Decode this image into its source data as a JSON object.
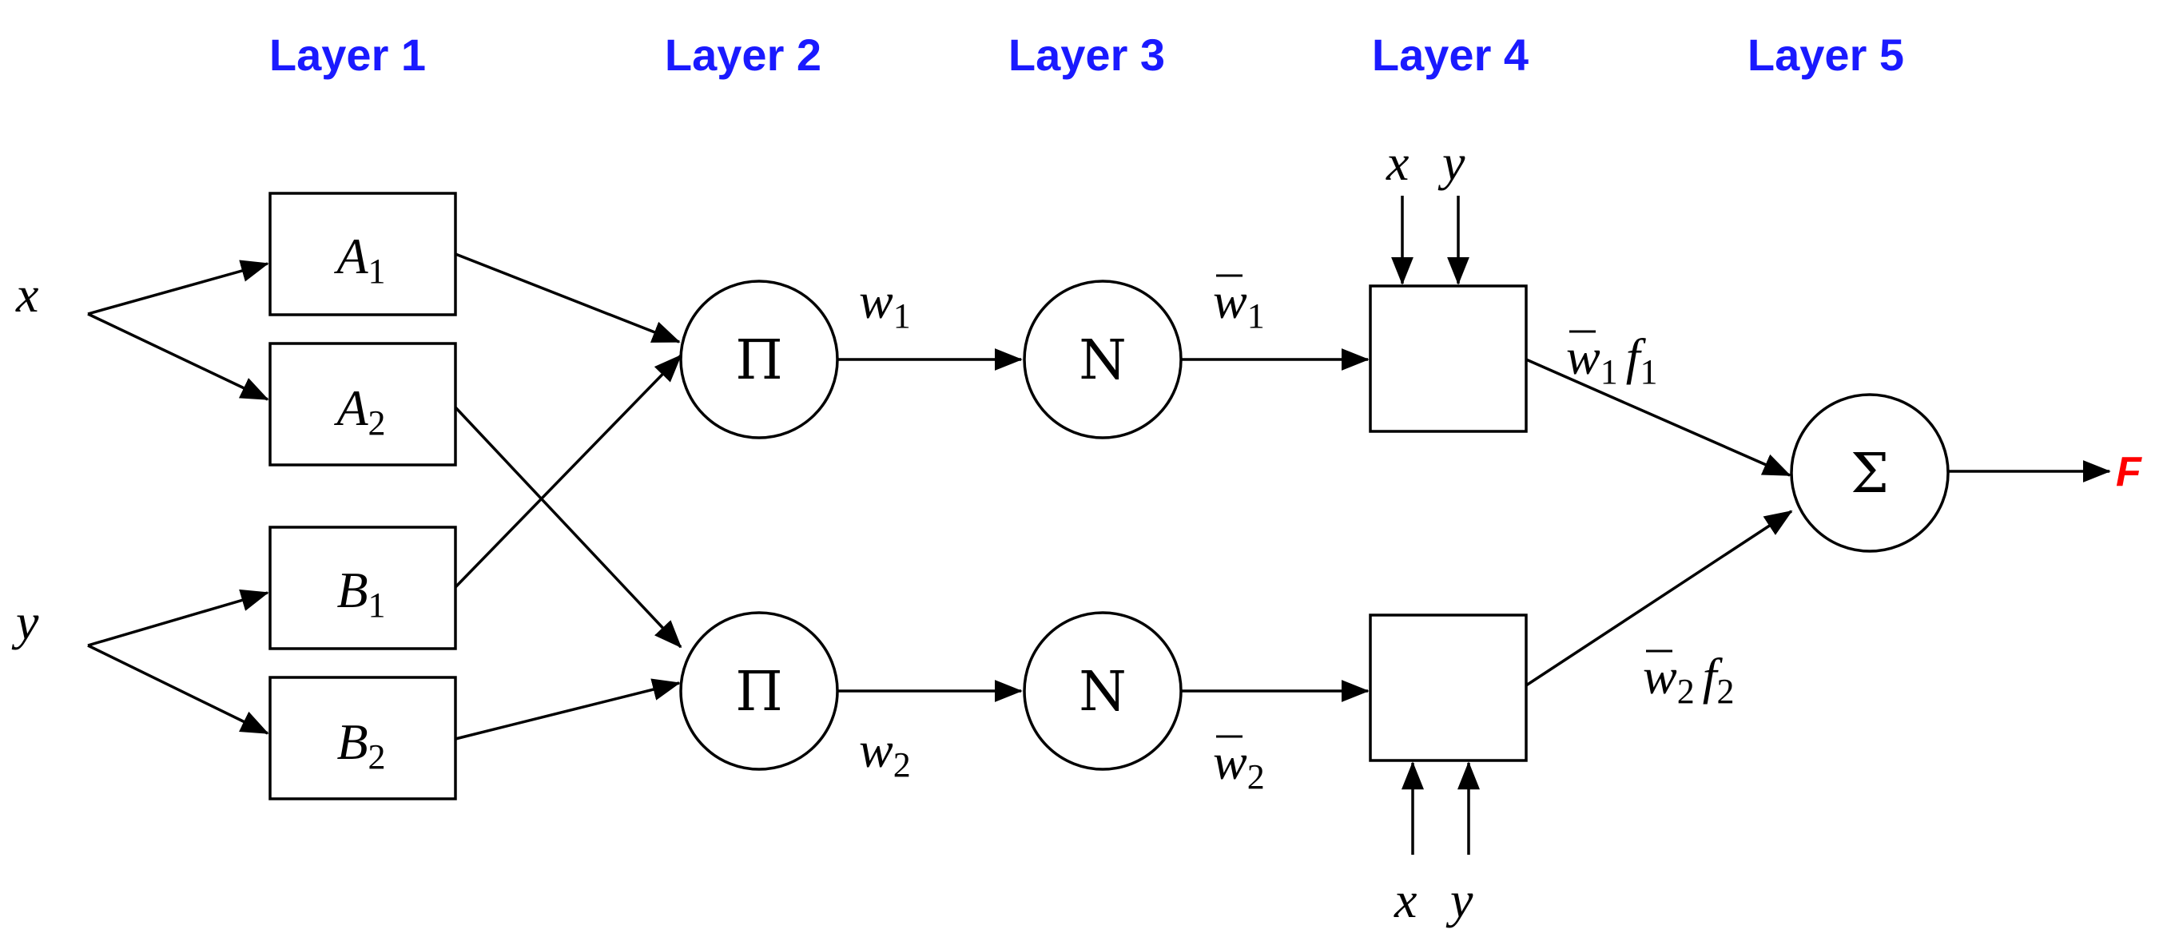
{
  "colors": {
    "layer_label": "#1a1aff",
    "output": "#ff0000",
    "stroke": "#000000"
  },
  "layers": [
    "Layer 1",
    "Layer 2",
    "Layer 3",
    "Layer 4",
    "Layer 5"
  ],
  "inputs": {
    "x": "x",
    "y": "y"
  },
  "membership": {
    "a1": {
      "base": "A",
      "sub": "1"
    },
    "a2": {
      "base": "A",
      "sub": "2"
    },
    "b1": {
      "base": "B",
      "sub": "1"
    },
    "b2": {
      "base": "B",
      "sub": "2"
    }
  },
  "product_symbol": "Π",
  "norm_symbol": "N",
  "sum_symbol": "Σ",
  "weights": {
    "w1": {
      "base": "w",
      "sub": "1"
    },
    "w2": {
      "base": "w",
      "sub": "2"
    },
    "wbar1": {
      "base": "w",
      "sub": "1"
    },
    "wbar2": {
      "base": "w",
      "sub": "2"
    }
  },
  "consequents": {
    "top": {
      "w": "w",
      "wsub": "1",
      "f": "f",
      "fsub": "1"
    },
    "bottom": {
      "w": "w",
      "wsub": "2",
      "f": "f",
      "fsub": "2"
    }
  },
  "layer4_inputs": {
    "top": {
      "x": "x",
      "y": "y"
    },
    "bottom": {
      "x": "x",
      "y": "y"
    }
  },
  "output": "F"
}
